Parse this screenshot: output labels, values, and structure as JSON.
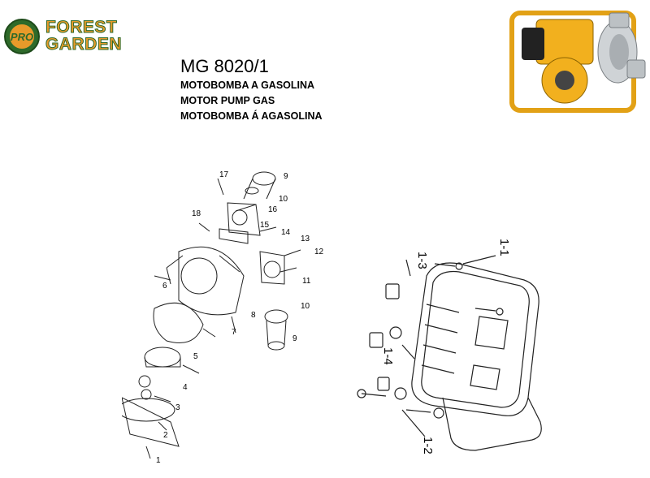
{
  "brand": {
    "seal_top": "PRO",
    "line1": "FOREST",
    "line2": "GARDEN"
  },
  "header": {
    "model": "MG 8020/1",
    "lines": [
      "MOTOBOMBA A GASOLINA",
      "MOTOR PUMP GAS",
      "MOTOBOMBA Á AGASOLINA"
    ]
  },
  "pump_labels": [
    "1",
    "2",
    "3",
    "4",
    "5",
    "6",
    "7",
    "8",
    "9",
    "10",
    "11",
    "12",
    "13",
    "14",
    "15",
    "16",
    "17",
    "18",
    "9",
    "10"
  ],
  "frame_labels": [
    "1-1",
    "1-2",
    "1-3",
    "1-4"
  ],
  "colors": {
    "logo_orange": "#e89a2a",
    "logo_green": "#2e6a2a",
    "pump_yellow": "#f2b01e"
  }
}
